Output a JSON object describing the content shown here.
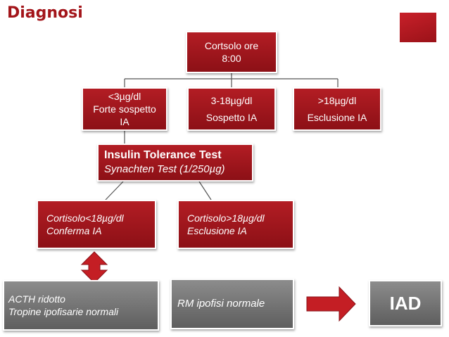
{
  "title": "Diagnosi",
  "colors": {
    "accent_red": "#a3151a",
    "box_gray": "#6e6e6e",
    "arrow_red": "#c41e24"
  },
  "nodes": {
    "root": {
      "line1": "Cortsolo ore",
      "line2": "8:00"
    },
    "low": {
      "line1": "<3µg/dl",
      "line2": "Forte sospetto",
      "line3": "IA"
    },
    "mid": {
      "line1": "3-18µg/dl",
      "line2": "Sospetto IA"
    },
    "high": {
      "line1": ">18µg/dl",
      "line2": "Esclusione IA"
    },
    "test": {
      "line1": "Insulin Tolerance Test",
      "line2": "Synachten Test (1/250µg)"
    },
    "confirm": {
      "line1": "Cortisolo<18µg/dl",
      "line2": "Conferma IA"
    },
    "exclude": {
      "line1": "Cortisolo>18µg/dl",
      "line2": "Esclusione IA"
    },
    "acth": {
      "line1": "ACTH ridotto",
      "line2": "Tropine ipofisarie normali"
    },
    "rm": {
      "line1": "RM  ipofisi normale"
    },
    "iad": {
      "label": "IAD"
    }
  }
}
